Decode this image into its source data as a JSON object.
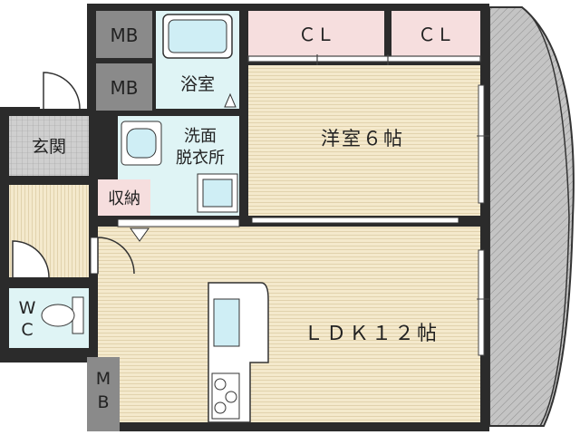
{
  "rooms": {
    "mb_top1": "MB",
    "mb_top2": "MB",
    "bath": "浴室",
    "cl_left": "ＣＬ",
    "cl_right": "ＣＬ",
    "western_room": "洋室６帖",
    "genkan": "玄関",
    "washroom_line1": "洗面",
    "washroom_line2": "脱衣所",
    "storage": "収納",
    "wc_line1": "W",
    "wc_line2": "C",
    "ldk": "ＬＤＫ１２帖",
    "mb_bottom_line1": "M",
    "mb_bottom_line2": "B"
  },
  "colors": {
    "wall": "#2b2b2b",
    "floor_wood": "#f4e9cc",
    "wet_area": "#dff4f5",
    "closet": "#f6dede",
    "storage": "#f6dede",
    "mb": "#8a8a8a",
    "genkan_tile": "#cfcfcf",
    "balcony": "#aaaaaa"
  }
}
